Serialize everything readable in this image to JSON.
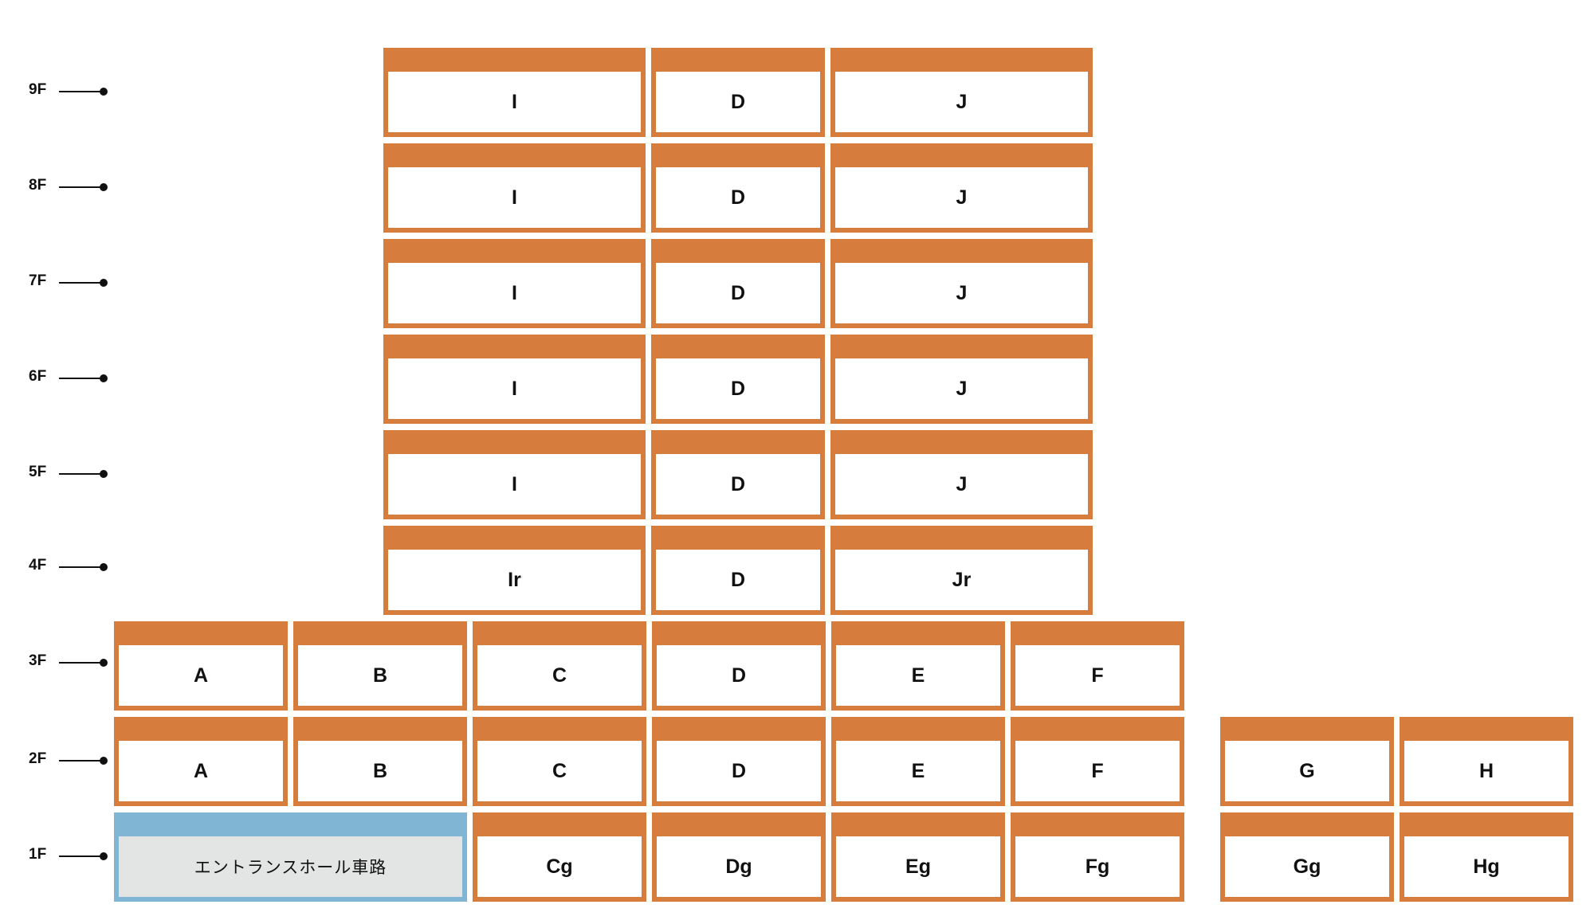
{
  "colors": {
    "unit_frame": "#d67c3c",
    "entrance_frame": "#80b6d3",
    "entrance_fill": "#e3e4e4",
    "unit_fill": "#ffffff",
    "text": "#111111"
  },
  "floors": [
    {
      "label": "9F",
      "units": [
        "I",
        "D",
        "J"
      ]
    },
    {
      "label": "8F",
      "units": [
        "I",
        "D",
        "J"
      ]
    },
    {
      "label": "7F",
      "units": [
        "I",
        "D",
        "J"
      ]
    },
    {
      "label": "6F",
      "units": [
        "I",
        "D",
        "J"
      ]
    },
    {
      "label": "5F",
      "units": [
        "I",
        "D",
        "J"
      ]
    },
    {
      "label": "4F",
      "units": [
        "Ir",
        "D",
        "Jr"
      ]
    },
    {
      "label": "3F",
      "units": [
        "A",
        "B",
        "C",
        "D",
        "E",
        "F"
      ]
    },
    {
      "label": "2F",
      "units": [
        "A",
        "B",
        "C",
        "D",
        "E",
        "F",
        "G",
        "H"
      ]
    },
    {
      "label": "1F",
      "units": [
        "エントランスホール車路",
        "Cg",
        "Dg",
        "Eg",
        "Fg",
        "Gg",
        "Hg"
      ]
    }
  ]
}
